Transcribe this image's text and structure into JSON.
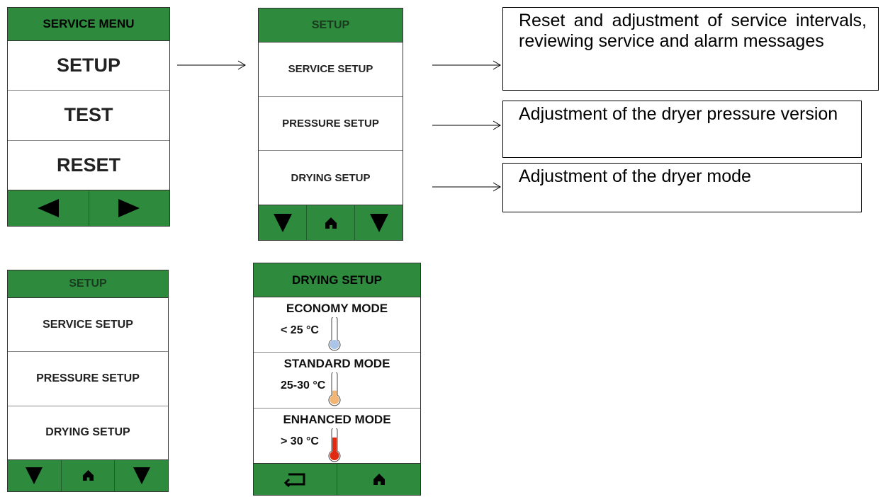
{
  "service_menu": {
    "header": "SERVICE MENU",
    "items": [
      "SETUP",
      "TEST",
      "RESET"
    ],
    "footer_icons": [
      "arrow-left-icon",
      "arrow-right-icon"
    ]
  },
  "setup_panel_top": {
    "header": "SETUP",
    "items": [
      "SERVICE  SETUP",
      "PRESSURE SETUP",
      "DRYING SETUP"
    ],
    "footer_icons": [
      "arrow-down-icon",
      "home-icon",
      "arrow-down-icon"
    ]
  },
  "descriptions": [
    "Reset and adjustment of service intervals, reviewing service and alarm messages",
    "Adjustment of the dryer pressure version",
    "Adjustment of the dryer mode"
  ],
  "setup_panel_bottom": {
    "header": "SETUP",
    "items": [
      "SERVICE  SETUP",
      "PRESSURE SETUP",
      "DRYING SETUP"
    ],
    "footer_icons": [
      "arrow-down-icon",
      "home-icon",
      "arrow-down-icon"
    ]
  },
  "drying_setup": {
    "header": "DRYING  SETUP",
    "modes": [
      {
        "title": "ECONOMY MODE",
        "temp": "< 25 °C",
        "color": "#a9c4e6",
        "level": 0.15
      },
      {
        "title": "STANDARD MODE",
        "temp": "25-30 °C",
        "color": "#f2b574",
        "level": 0.4
      },
      {
        "title": "ENHANCED MODE",
        "temp": "> 30 °C",
        "color": "#e02a12",
        "level": 0.75
      }
    ],
    "footer_icons": [
      "back-arrow-icon",
      "home-icon"
    ]
  },
  "colors": {
    "header_green": "#2e8b3e",
    "footer_green": "#2e8b3e"
  }
}
